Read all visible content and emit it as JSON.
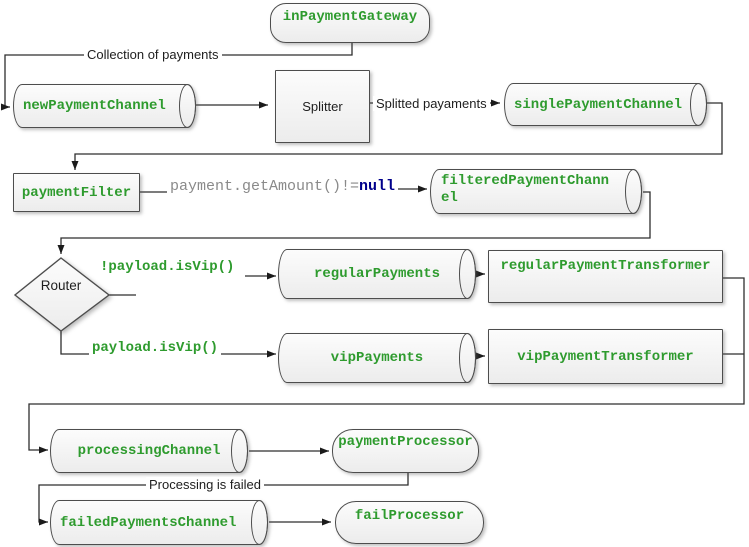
{
  "diagram_type": "payment-integration-flow",
  "colors": {
    "node_label_green": "#2e9b2e",
    "expression_gray": "#8a8a8a",
    "expression_null_blue": "#00008b",
    "plain_label": "#1e1e1e",
    "node_fill_top": "#fcfcfc",
    "node_fill_bottom": "#ececec",
    "node_border": "#4d4d4d",
    "connector": "#2e2e2e"
  },
  "nodes": {
    "in_payment_gateway": {
      "label": "inPaymentGateway",
      "shape": "stadium"
    },
    "new_payment_channel": {
      "label": "newPaymentChannel",
      "shape": "cylinder"
    },
    "splitter": {
      "label": "Splitter",
      "shape": "rect"
    },
    "single_payment_channel": {
      "label": "singlePaymentChannel",
      "shape": "cylinder"
    },
    "payment_filter": {
      "label": "paymentFilter",
      "shape": "rect"
    },
    "filtered_payment_channel": {
      "label": "filteredPaymentChannel",
      "shape": "cylinder"
    },
    "router": {
      "label": "Router",
      "shape": "diamond"
    },
    "regular_payments": {
      "label": "regularPayments",
      "shape": "cylinder"
    },
    "regular_payment_transformer": {
      "label": "regularPaymentTransformer",
      "shape": "rect"
    },
    "vip_payments": {
      "label": "vipPayments",
      "shape": "cylinder"
    },
    "vip_payment_transformer": {
      "label": "vipPaymentTransformer",
      "shape": "rect"
    },
    "processing_channel": {
      "label": "processingChannel",
      "shape": "cylinder"
    },
    "payment_processor": {
      "label": "paymentProcessor",
      "shape": "stadium"
    },
    "failed_payments_channel": {
      "label": "failedPaymentsChannel",
      "shape": "cylinder"
    },
    "fail_processor": {
      "label": "failProcessor",
      "shape": "stadium"
    }
  },
  "edge_labels": {
    "collection_of_payments": "Collection of payments",
    "splitted_payaments": "Splitted payaments",
    "filter_expression": "payment.getAmount()!=",
    "filter_expression_null": "null",
    "not_vip_condition": "!payload.isVip()",
    "vip_condition": "payload.isVip()",
    "processing_failed": "Processing is failed"
  }
}
